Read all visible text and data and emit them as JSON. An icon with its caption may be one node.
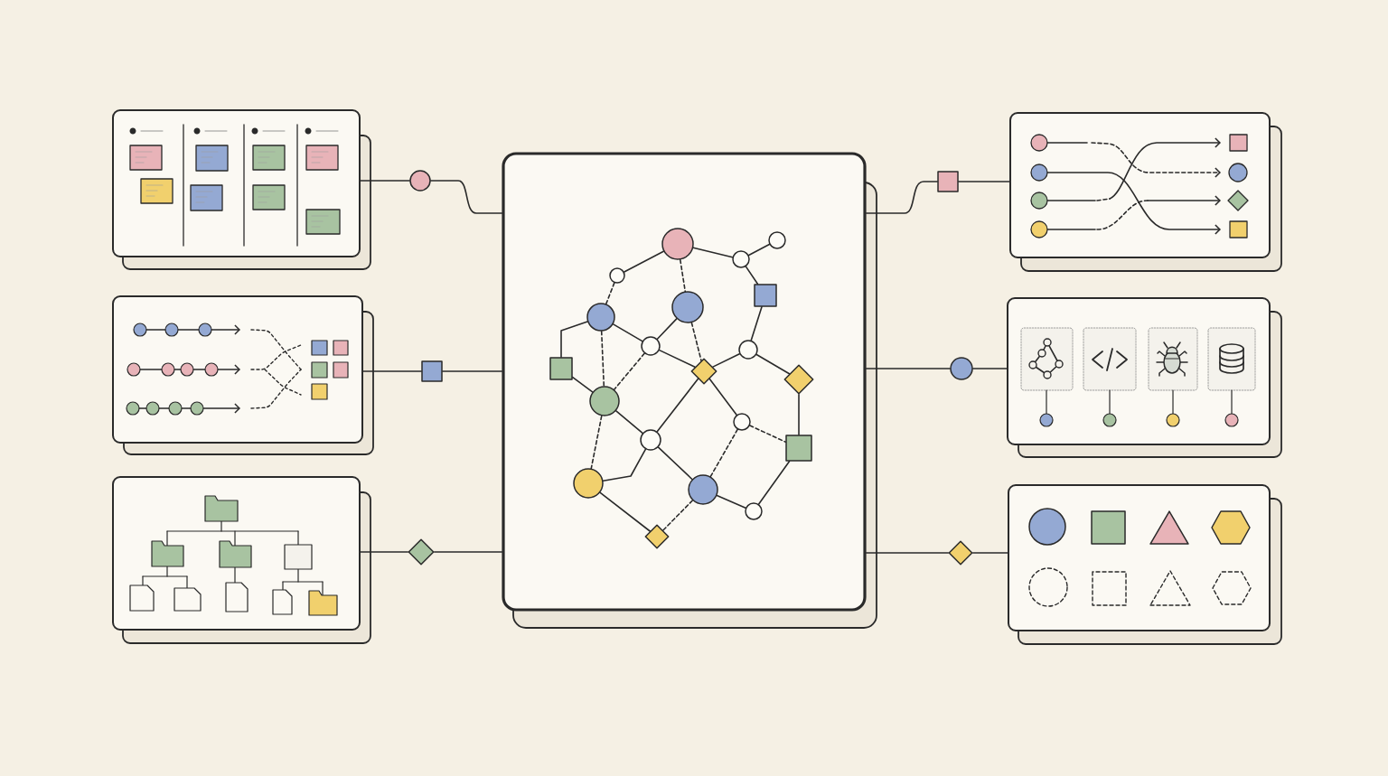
{
  "diagram": {
    "nodes": [
      {
        "text": [],
        "shape": "box"
      },
      {
        "text": [],
        "shape": "box"
      },
      {
        "text": [],
        "shape": "box"
      },
      {
        "text": [],
        "shape": "circle"
      },
      {
        "text": [],
        "shape": "box"
      },
      {
        "text": [],
        "shape": "diamond"
      },
      {
        "text": [],
        "shape": "box"
      },
      {
        "text": [],
        "shape": "circle",
        "in": 6
      },
      {
        "text": [],
        "shape": "circle",
        "in": 6
      },
      {
        "text": [],
        "shape": "circle",
        "in": 6
      },
      {
        "text": [],
        "shape": "circle",
        "in": 6
      },
      {
        "text": [],
        "shape": "box",
        "in": 6
      },
      {
        "text": [],
        "shape": "circle",
        "in": 6
      },
      {
        "text": [],
        "shape": "circle",
        "in": 6
      },
      {
        "text": [],
        "shape": "circle",
        "in": 6
      },
      {
        "text": [],
        "shape": "circle",
        "in": 6
      },
      {
        "text": [],
        "shape": "box",
        "in": 6
      },
      {
        "text": [],
        "shape": "diamond",
        "in": 6
      },
      {
        "text": [],
        "shape": "diamond",
        "in": 6
      },
      {
        "text": [],
        "shape": "circle",
        "in": 6
      },
      {
        "text": [],
        "shape": "circle",
        "in": 6
      },
      {
        "text": [],
        "shape": "circle",
        "in": 6
      },
      {
        "text": [],
        "shape": "box",
        "in": 6
      },
      {
        "text": [],
        "shape": "circle",
        "in": 6
      },
      {
        "text": [],
        "shape": "circle",
        "in": 6
      },
      {
        "text": [],
        "shape": "circle",
        "in": 6
      },
      {
        "text": [],
        "shape": "diamond",
        "in": 6
      },
      {
        "text": [],
        "shape": "box"
      },
      {
        "text": [],
        "shape": "circle"
      },
      {
        "text": [],
        "shape": "diamond"
      },
      {
        "text": [],
        "shape": "box"
      },
      {
        "text": [],
        "shape": "box"
      },
      {
        "text": [],
        "shape": "box"
      }
    ],
    "edges": [
      {
        "from": 0,
        "to": 3,
        "arrow": "none"
      },
      {
        "from": 3,
        "to": 6,
        "arrow": "none"
      },
      {
        "from": 1,
        "to": 4,
        "arrow": "none"
      },
      {
        "from": 4,
        "to": 6,
        "arrow": "none"
      },
      {
        "from": 2,
        "to": 5,
        "arrow": "none"
      },
      {
        "from": 5,
        "to": 6,
        "arrow": "none"
      },
      {
        "from": 7,
        "to": 8,
        "arrow": "none"
      },
      {
        "from": 7,
        "to": 9,
        "arrow": "none"
      },
      {
        "from": 9,
        "to": 10,
        "arrow": "none"
      },
      {
        "from": 9,
        "to": 11,
        "arrow": "none"
      },
      {
        "from": 7,
        "to": 13,
        "arrow": "none",
        "style": "dashed"
      },
      {
        "from": 8,
        "to": 12,
        "arrow": "none",
        "style": "dashed"
      },
      {
        "from": 12,
        "to": 16,
        "arrow": "none"
      },
      {
        "from": 12,
        "to": 14,
        "arrow": "none"
      },
      {
        "from": 12,
        "to": 19,
        "arrow": "none",
        "style": "dashed"
      },
      {
        "from": 13,
        "to": 14,
        "arrow": "none"
      },
      {
        "from": 14,
        "to": 19,
        "arrow": "none",
        "style": "dashed"
      },
      {
        "from": 14,
        "to": 17,
        "arrow": "none"
      },
      {
        "from": 13,
        "to": 17,
        "arrow": "none",
        "style": "dashed"
      },
      {
        "from": 11,
        "to": 15,
        "arrow": "none"
      },
      {
        "from": 15,
        "to": 17,
        "arrow": "none"
      },
      {
        "from": 15,
        "to": 18,
        "arrow": "none"
      },
      {
        "from": 16,
        "to": 19,
        "arrow": "none"
      },
      {
        "from": 18,
        "to": 22,
        "arrow": "none"
      },
      {
        "from": 17,
        "to": 21,
        "arrow": "none"
      },
      {
        "from": 17,
        "to": 20,
        "arrow": "none"
      },
      {
        "from": 19,
        "to": 21,
        "arrow": "none"
      },
      {
        "from": 19,
        "to": 23,
        "arrow": "none",
        "style": "dashed"
      },
      {
        "from": 21,
        "to": 23,
        "arrow": "none"
      },
      {
        "from": 21,
        "to": 24,
        "arrow": "none"
      },
      {
        "from": 20,
        "to": 22,
        "arrow": "none",
        "style": "dashed"
      },
      {
        "from": 20,
        "to": 24,
        "arrow": "none",
        "style": "dashed"
      },
      {
        "from": 24,
        "to": 25,
        "arrow": "none"
      },
      {
        "from": 25,
        "to": 22,
        "arrow": "none"
      },
      {
        "from": 23,
        "to": 26,
        "arrow": "none"
      },
      {
        "from": 24,
        "to": 26,
        "arrow": "none",
        "style": "dashed"
      },
      {
        "from": 6,
        "to": 27,
        "arrow": "none"
      },
      {
        "from": 27,
        "to": 30,
        "arrow": "none"
      },
      {
        "from": 6,
        "to": 28,
        "arrow": "none"
      },
      {
        "from": 28,
        "to": 31,
        "arrow": "none"
      },
      {
        "from": 6,
        "to": 29,
        "arrow": "none"
      },
      {
        "from": 29,
        "to": 32,
        "arrow": "none"
      }
    ]
  }
}
